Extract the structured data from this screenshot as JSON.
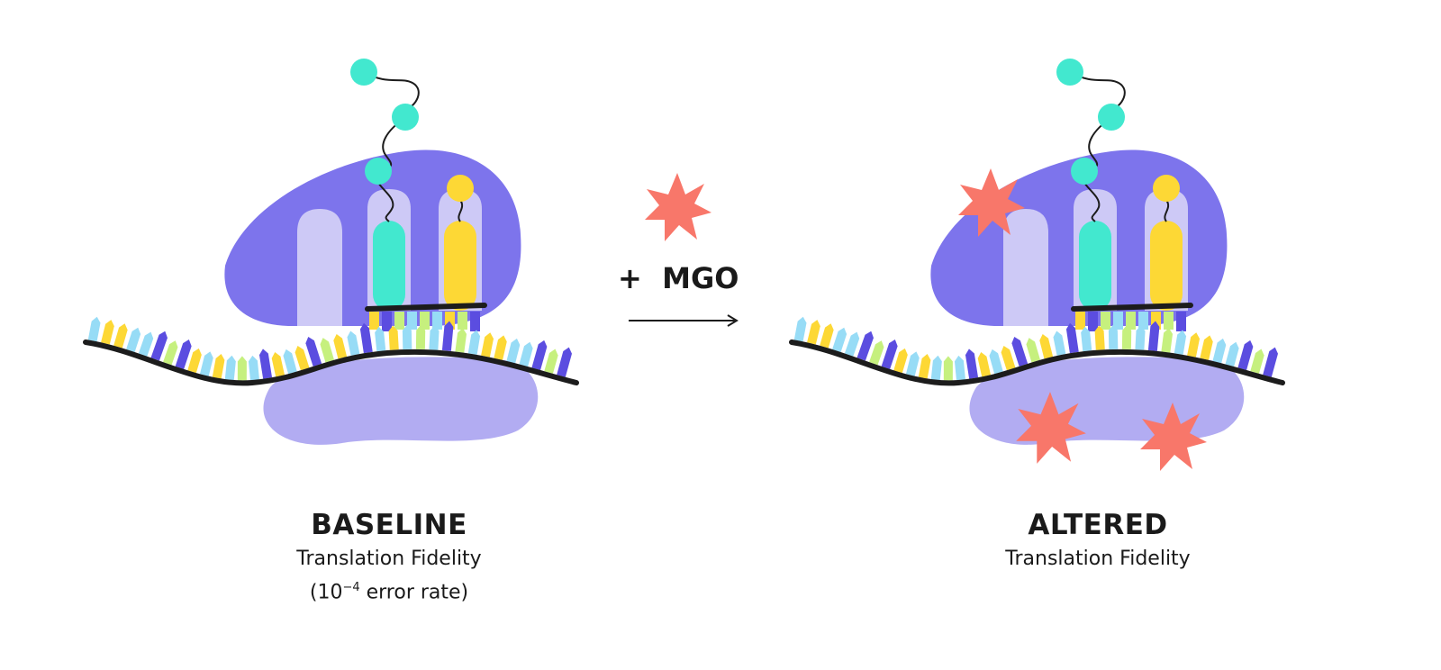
{
  "colors": {
    "ribosome_large": "#7d74ec",
    "ribosome_small": "#b2acf2",
    "site_slot": "#cdc9f6",
    "trna_green": "#42e8cf",
    "trna_yellow": "#fdd835",
    "amino_acid": "#42e8cf",
    "mgo_star": "#f8776a",
    "mrna_strand": "#1c1c1c",
    "base_colors": [
      "#97dcf6",
      "#fdd835",
      "#5b4de0",
      "#c6f07e"
    ]
  },
  "panels": [
    {
      "id": "baseline",
      "heading": "BASELINE",
      "subtitle": "Translation Fidelity",
      "error_rate_prefix": "(10",
      "error_rate_exp": "−4",
      "error_rate_suffix": " error rate)"
    },
    {
      "id": "altered",
      "heading": "ALTERED",
      "subtitle": "Translation Fidelity"
    }
  ],
  "reaction": {
    "plus": "+",
    "reagent": "MGO"
  }
}
